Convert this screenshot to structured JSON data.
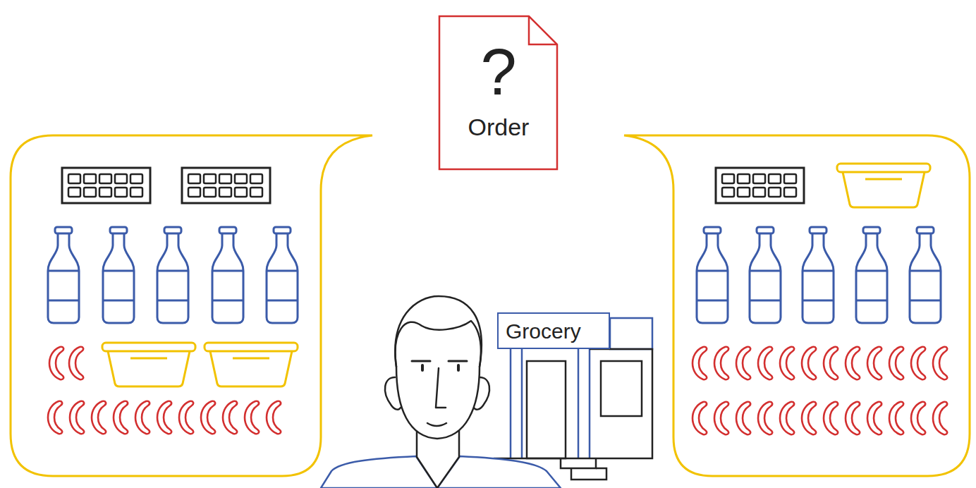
{
  "diagram": {
    "nodes": [
      {
        "text": [
          "?",
          "Order"
        ]
      },
      {
        "text": [
          "Grocery"
        ]
      }
    ]
  }
}
